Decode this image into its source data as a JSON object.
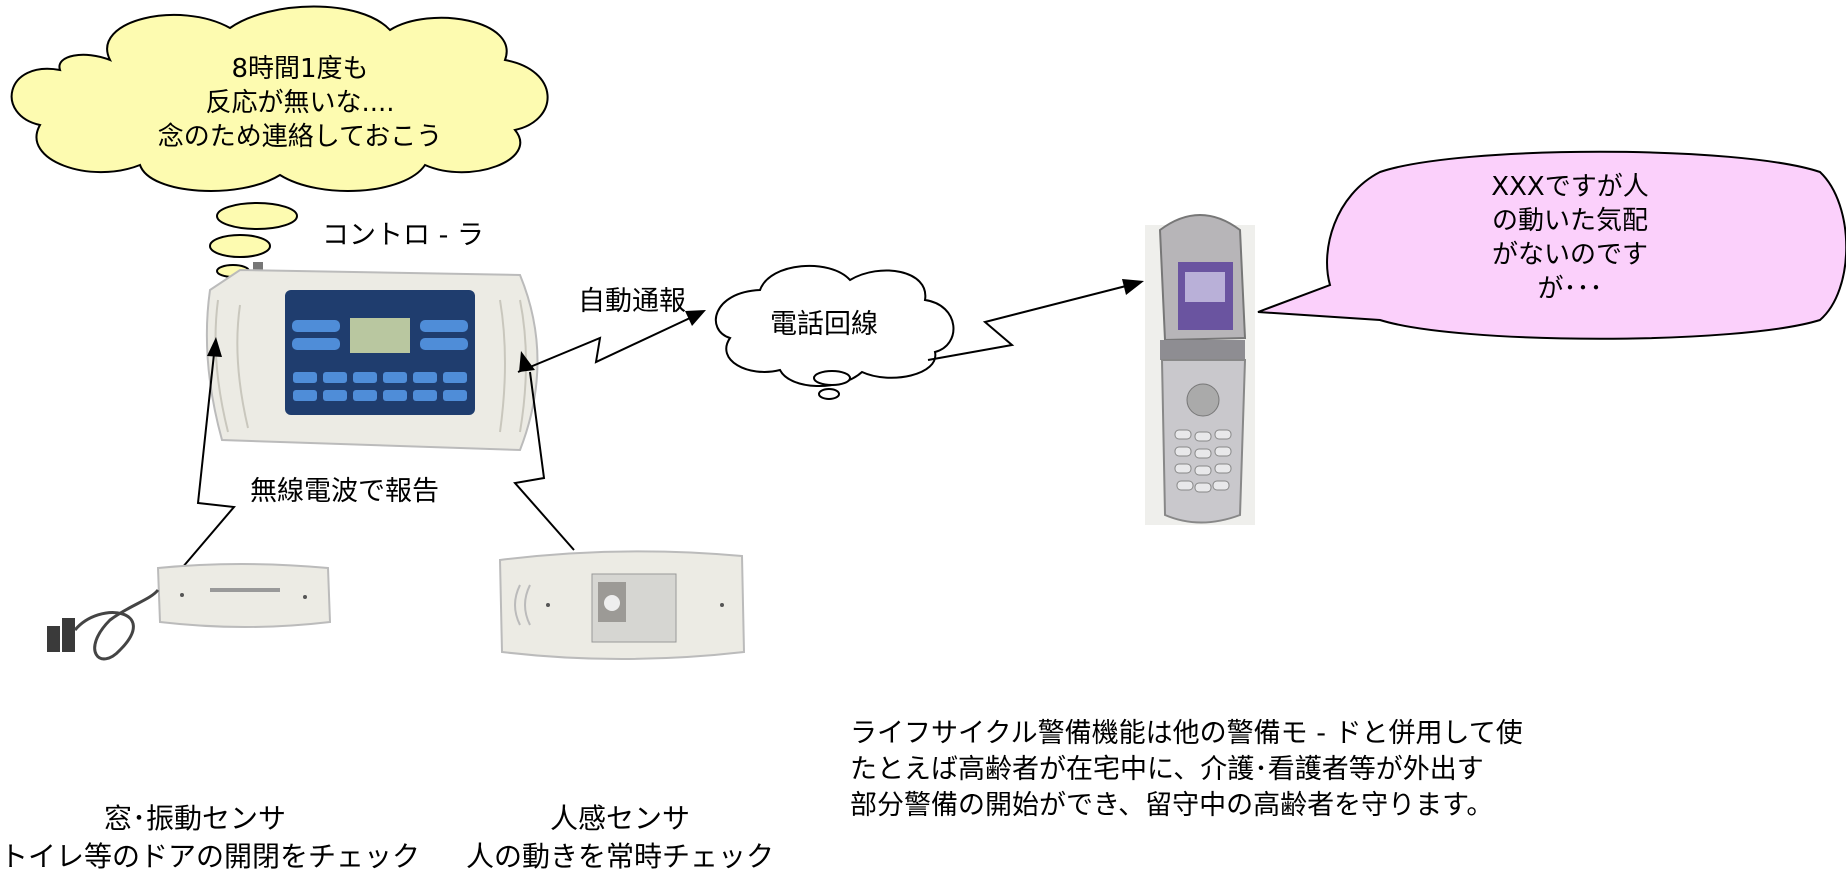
{
  "controller_thought": {
    "lines": [
      "8時間1度も",
      "反応が無いな....",
      "念のため連絡しておこう"
    ]
  },
  "controller_label": "コントロ - ラ",
  "auto_report_label": "自動通報",
  "phone_line_label": "電話回線",
  "wireless_label": "無線電波で報告",
  "phone_speech": {
    "lines": [
      "XXXですが人",
      "の動いた気配",
      "がないのです",
      "が･･･"
    ]
  },
  "window_sensor": {
    "name": "窓･振動センサ",
    "desc": "トイレ等のドアの開閉をチェック"
  },
  "motion_sensor": {
    "name": "人感センサ",
    "desc": "人の動きを常時チェック"
  },
  "description": {
    "lines": [
      "ライフサイクル警備機能は他の警備モ - ドと併用して使",
      "たとえば高齢者が在宅中に、介護･看護者等が外出す",
      "部分警備の開始ができ、留守中の高齢者を守ります。"
    ]
  },
  "colors": {
    "thought_cloud": "#fdfbb0",
    "speech_bubble": "#fbd0fb",
    "controller_panel": "#1f3d6e",
    "device_body": "#ecebe4"
  }
}
